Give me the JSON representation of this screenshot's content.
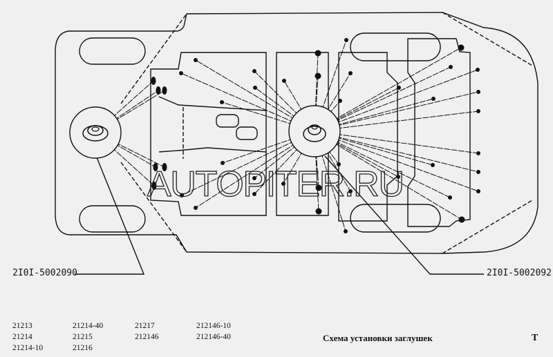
{
  "diagram": {
    "watermark": "AUTOPITER.RU",
    "callouts": [
      {
        "part_number": "2I0I-5002090"
      },
      {
        "part_number": "2I0I-5002092"
      }
    ]
  },
  "models": [
    "21213",
    "21214",
    "21214-10",
    "21214-40",
    "21215",
    "21216",
    "21217",
    "212146",
    "212146-10",
    "212146-40"
  ],
  "title": "Схема установки заглушек",
  "sheet_letter": "T"
}
